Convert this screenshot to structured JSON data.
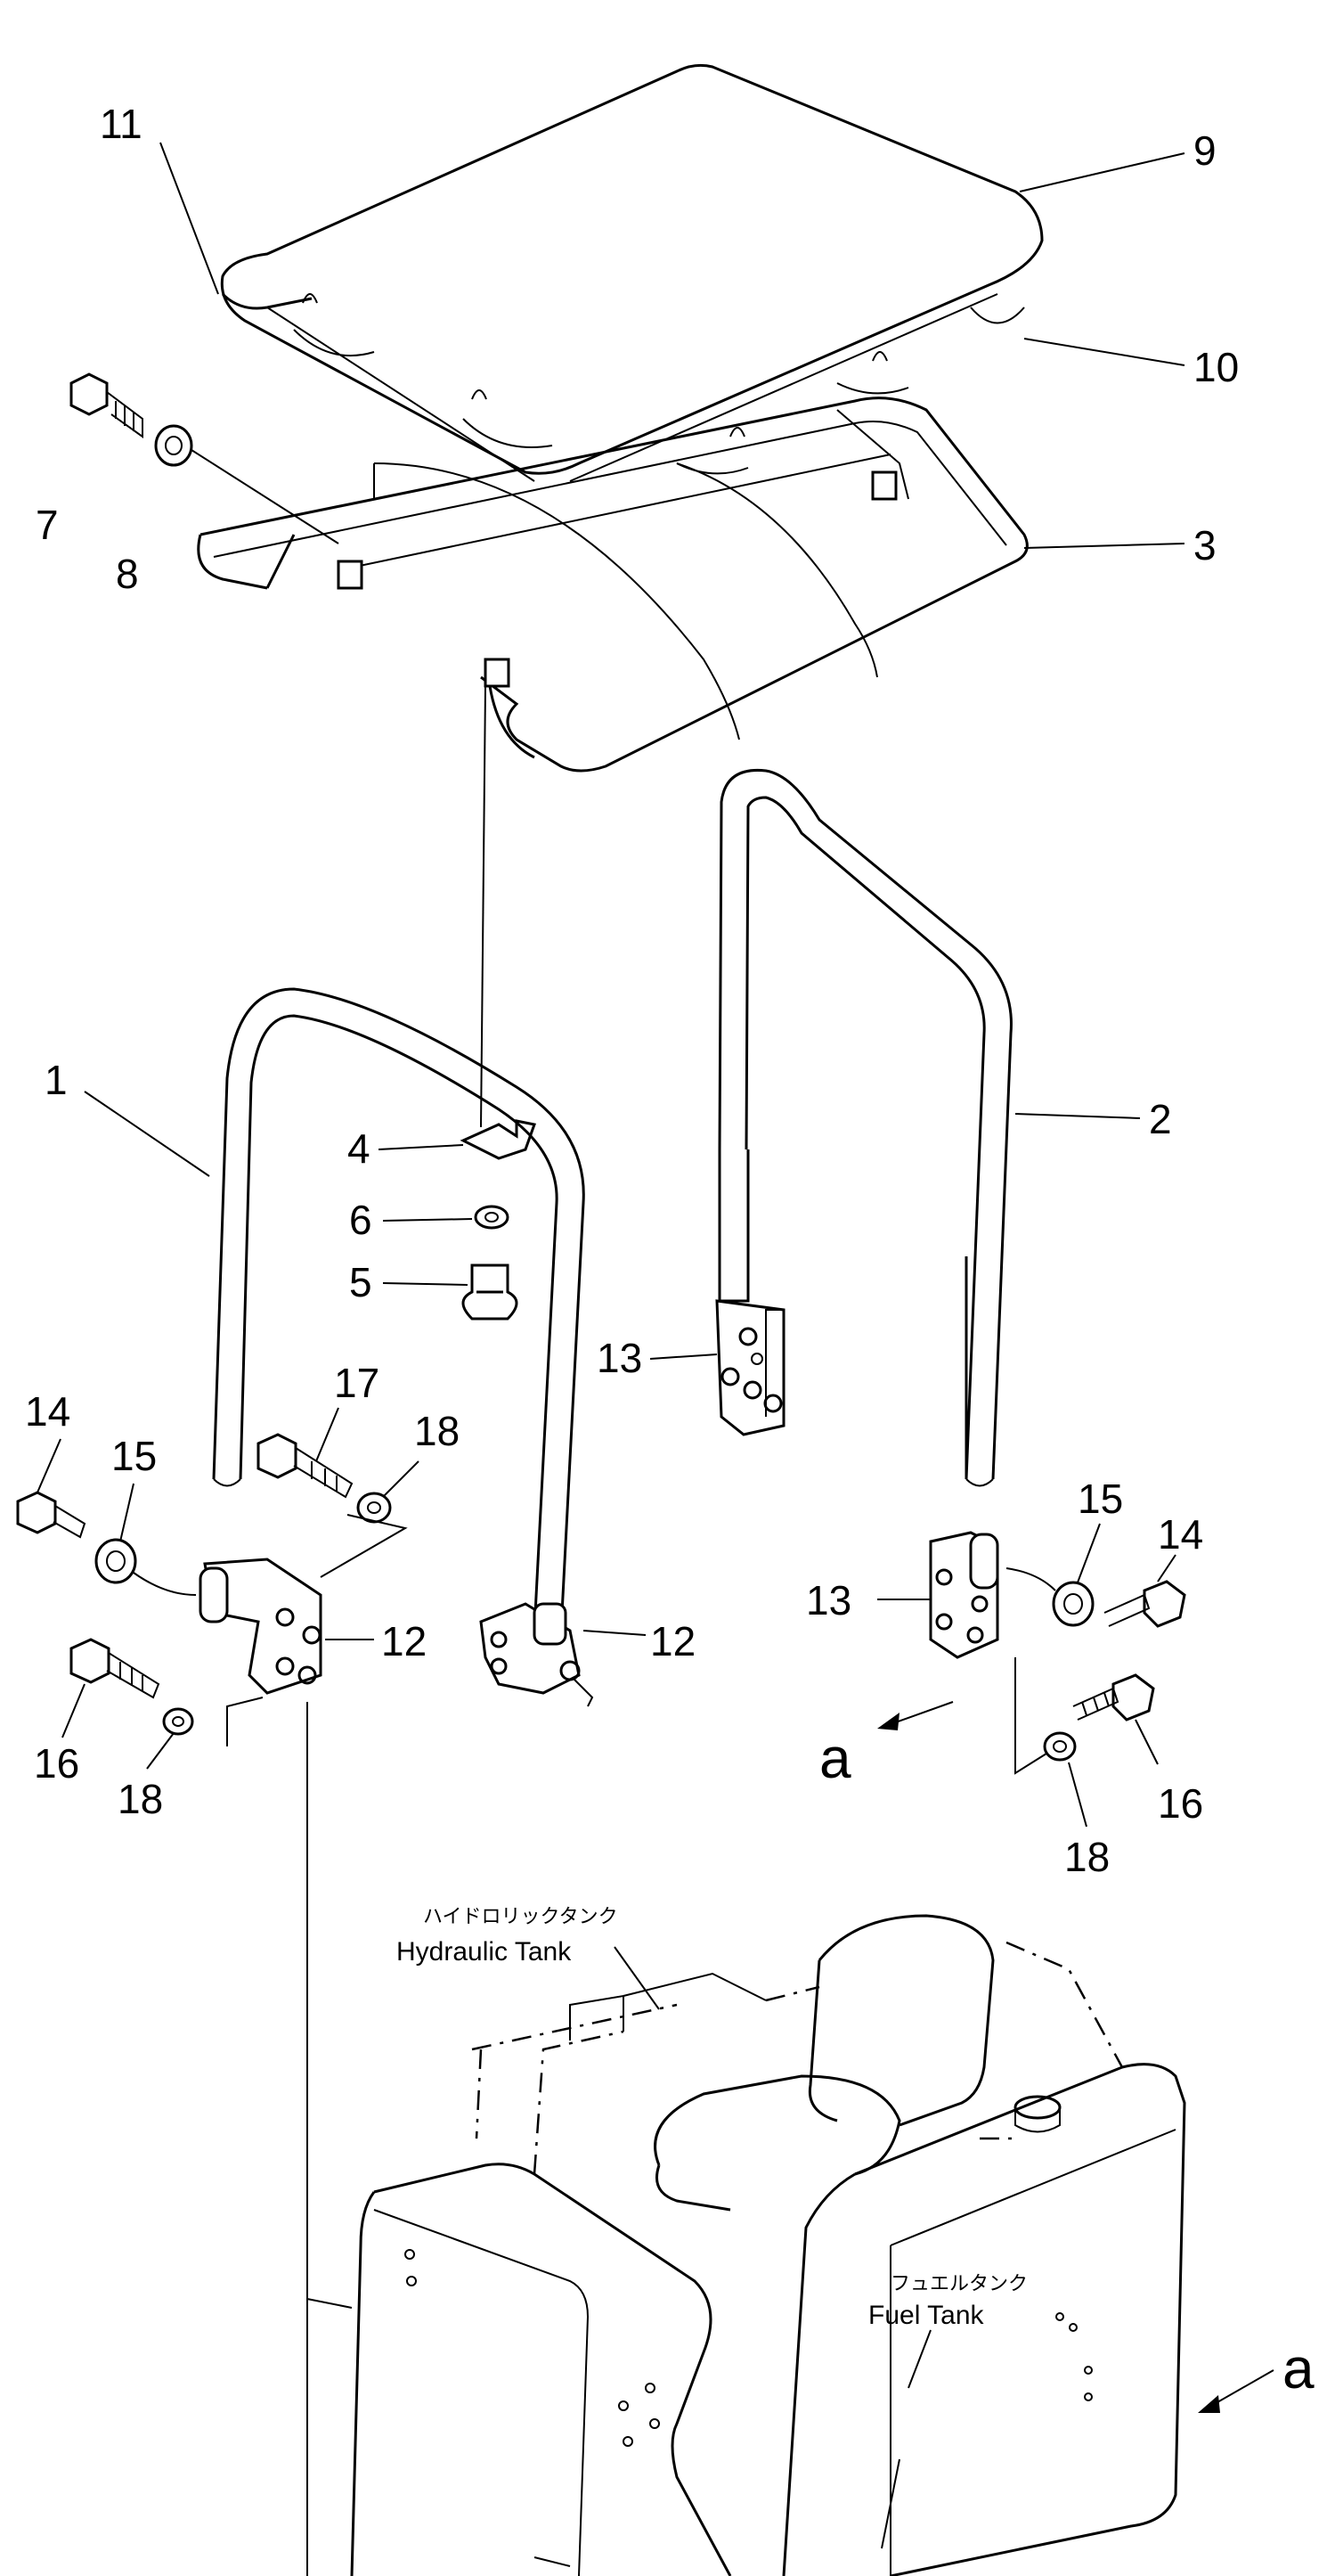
{
  "part_labels": [
    {
      "id": "11",
      "text": "11"
    },
    {
      "id": "9",
      "text": "9"
    },
    {
      "id": "10",
      "text": "10"
    },
    {
      "id": "3",
      "text": "3"
    },
    {
      "id": "7",
      "text": "7"
    },
    {
      "id": "8",
      "text": "8"
    },
    {
      "id": "1",
      "text": "1"
    },
    {
      "id": "2",
      "text": "2"
    },
    {
      "id": "4",
      "text": "4"
    },
    {
      "id": "6",
      "text": "6"
    },
    {
      "id": "5",
      "text": "5"
    },
    {
      "id": "13a",
      "text": "13"
    },
    {
      "id": "13b",
      "text": "13"
    },
    {
      "id": "14a",
      "text": "14"
    },
    {
      "id": "15a",
      "text": "15"
    },
    {
      "id": "17",
      "text": "17"
    },
    {
      "id": "18a",
      "text": "18"
    },
    {
      "id": "12a",
      "text": "12"
    },
    {
      "id": "12b",
      "text": "12"
    },
    {
      "id": "16a",
      "text": "16"
    },
    {
      "id": "18b",
      "text": "18"
    },
    {
      "id": "15b",
      "text": "15"
    },
    {
      "id": "14b",
      "text": "14"
    },
    {
      "id": "16b",
      "text": "16"
    },
    {
      "id": "18c",
      "text": "18"
    }
  ],
  "view_refs": {
    "a_left": "a",
    "a_right": "a"
  },
  "annotations": {
    "hydraulic_tank_jp": "ハイドロリックタンク",
    "hydraulic_tank_en": "Hydraulic  Tank",
    "fuel_tank_jp": "フュエルタンク",
    "fuel_tank_en": "Fuel  Tank"
  }
}
